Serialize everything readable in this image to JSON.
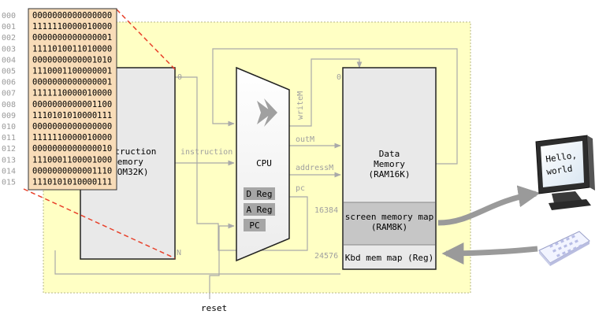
{
  "rom": {
    "title_line1": "Instruction",
    "title_line2": "Memory",
    "title_line3": "(ROM32K)",
    "addr_top": "0",
    "addr_bottom": "N"
  },
  "rom_listing": {
    "rows": [
      {
        "addr": "000",
        "bits": "0000000000000000"
      },
      {
        "addr": "001",
        "bits": "1111110000010000"
      },
      {
        "addr": "002",
        "bits": "0000000000000001"
      },
      {
        "addr": "003",
        "bits": "1111010011010000"
      },
      {
        "addr": "004",
        "bits": "0000000000001010"
      },
      {
        "addr": "005",
        "bits": "1110001100000001"
      },
      {
        "addr": "006",
        "bits": "0000000000000001"
      },
      {
        "addr": "007",
        "bits": "1111110000010000"
      },
      {
        "addr": "008",
        "bits": "0000000000001100"
      },
      {
        "addr": "009",
        "bits": "1110101010000111"
      },
      {
        "addr": "010",
        "bits": "0000000000000000"
      },
      {
        "addr": "011",
        "bits": "1111110000010000"
      },
      {
        "addr": "012",
        "bits": "0000000000000010"
      },
      {
        "addr": "013",
        "bits": "1110001100001000"
      },
      {
        "addr": "014",
        "bits": "0000000000001110"
      },
      {
        "addr": "015",
        "bits": "1110101010000111"
      }
    ]
  },
  "cpu": {
    "title": "CPU",
    "registers": [
      "D Reg",
      "A Reg",
      "PC"
    ]
  },
  "signals": {
    "instruction": "instruction",
    "writeM": "writeM",
    "outM": "outM",
    "addressM": "addressM",
    "pc": "pc",
    "reset": "reset"
  },
  "ram": {
    "addr_top": "0",
    "title_line1": "Data",
    "title_line2": "Memory",
    "title_line3": "(RAM16K)",
    "screen_addr": "16384",
    "screen_line1": "screen memory map",
    "screen_line2": "(RAM8K)",
    "kbd_addr": "24576",
    "kbd_label": "Kbd mem map (Reg)"
  },
  "monitor": {
    "line1": "Hello,",
    "line2": "world"
  },
  "colors": {
    "platform_bg": "#ffffc4",
    "platform_border": "#b7b78a",
    "memory_fill": "#e9e9e9",
    "screen_fill": "#c6c6c6",
    "listing_bg": "#f8dcb8",
    "zoom_line": "#e8402a",
    "register_fill": "#a6a6a6"
  }
}
